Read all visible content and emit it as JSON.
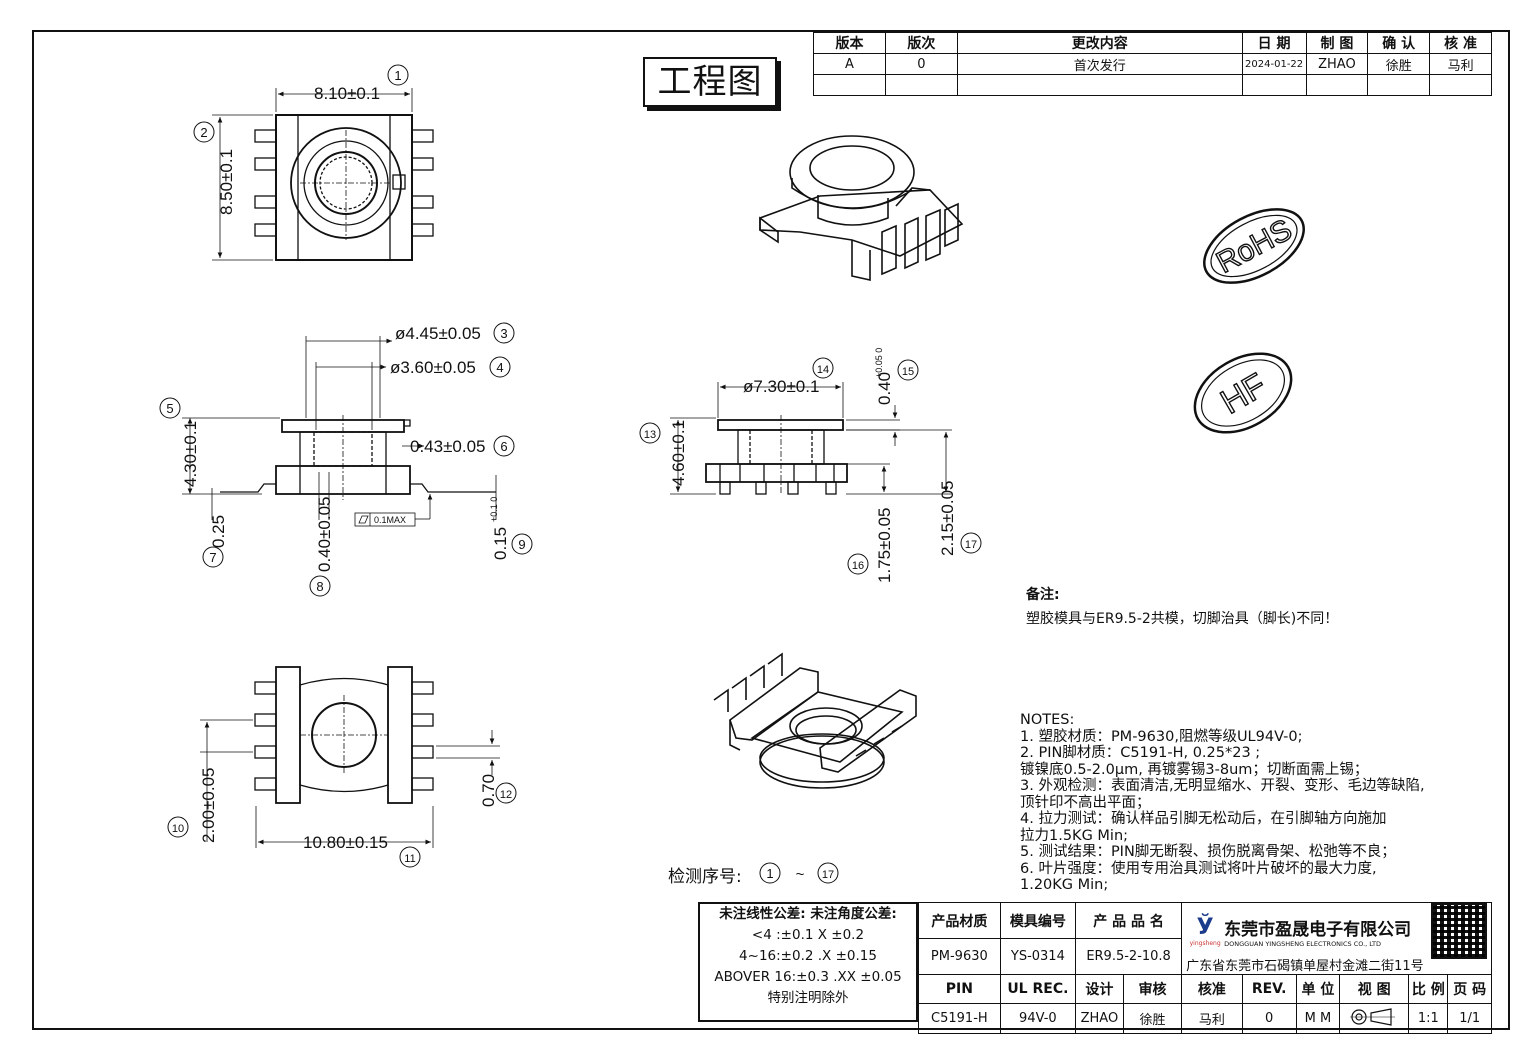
{
  "title": "工程图",
  "revision_table": {
    "headers": [
      "版本",
      "版次",
      "更改内容",
      "日 期",
      "制 图",
      "确 认",
      "核 准"
    ],
    "rows": [
      [
        "A",
        "0",
        "首次发行",
        "2024-01-22",
        "ZHAO",
        "徐胜",
        "马利"
      ]
    ]
  },
  "dimensions": {
    "d1": "8.10±0.1",
    "d2": "8.50±0.1",
    "d3": "ø4.45±0.05",
    "d4": "ø3.60±0.05",
    "d5": "4.30±0.1",
    "d6": "0.43±0.05",
    "d7": "0.25",
    "d8": "0.40±0.05",
    "d9": "0.15",
    "d9_tol": "+0.1 0",
    "flatness": "0.1MAX",
    "d10": "2.00±0.05",
    "d11": "10.80±0.15",
    "d12": "0.70",
    "d13": "4.60±0.1",
    "d14": "ø7.30±0.1",
    "d15": "0.40",
    "d15_tol": "+0.05 0",
    "d16": "1.75±0.05",
    "d17": "2.15±0.05"
  },
  "balloons": [
    "1",
    "2",
    "3",
    "4",
    "5",
    "6",
    "7",
    "8",
    "9",
    "10",
    "11",
    "12",
    "13",
    "14",
    "15",
    "16",
    "17"
  ],
  "stamps": {
    "rohs": "RoHS",
    "hf": "HF"
  },
  "remark": {
    "label": "备注:",
    "text": "塑胶模具与ER9.5-2共模，切脚治具（脚长)不同！"
  },
  "notes": {
    "label": "NOTES:",
    "lines": [
      "1.  塑胶材质：PM-9630,阻燃等级UL94V-0;",
      "2.  PIN脚材质：C5191-H,  0.25*23 ;",
      "     镀镍底0.5-2.0μm, 再镀雾锡3-8um；切断面需上锡；",
      "3.  外观检测：表面清洁,无明显缩水、开裂、变形、毛边等缺陷,",
      "     顶针印不高出平面；",
      "4.  拉力测试：确认样品引脚无松动后，在引脚轴方向施加",
      "     拉力1.5KG Min;",
      "5.  测试结果：PIN脚无断裂、损伤脱离骨架、松弛等不良；",
      "6.  叶片强度：使用专用治具测试将叶片破坏的最大力度,",
      "     1.20KG Min;"
    ]
  },
  "inspection": {
    "label": "检测序号:",
    "from": "1",
    "sep": "~",
    "to": "17"
  },
  "tolerance": {
    "header": "未注线性公差:  未注角度公差:",
    "rows": [
      "<4 :±0.1  X ±0.2",
      "4~16:±0.2  .X ±0.15",
      "ABOVER 16:±0.3  .XX ±0.05"
    ],
    "footer": "特别注明除外"
  },
  "title_block": {
    "headers": [
      "产品材质",
      "模具编号",
      "产 品 品 名"
    ],
    "values": [
      "PM-9630",
      "YS-0314",
      "ER9.5-2-10.8"
    ],
    "row3": [
      "PIN",
      "UL REC.",
      "设计",
      "审核",
      "核准",
      "REV.",
      "单 位",
      "视 图",
      "比 例",
      "页 码"
    ],
    "row4": [
      "C5191-H",
      "94V-0",
      "ZHAO",
      "徐胜",
      "马利",
      "0",
      "M M",
      "",
      "1:1",
      "1/1"
    ],
    "company": "东莞市盈晟电子有限公司",
    "company_en": "DONGGUAN YINGSHENG ELECTRONICS CO., LTD",
    "logo_text": "yingsheng",
    "address": "广东省东莞市石碣镇单屋村金滩二街11号"
  }
}
